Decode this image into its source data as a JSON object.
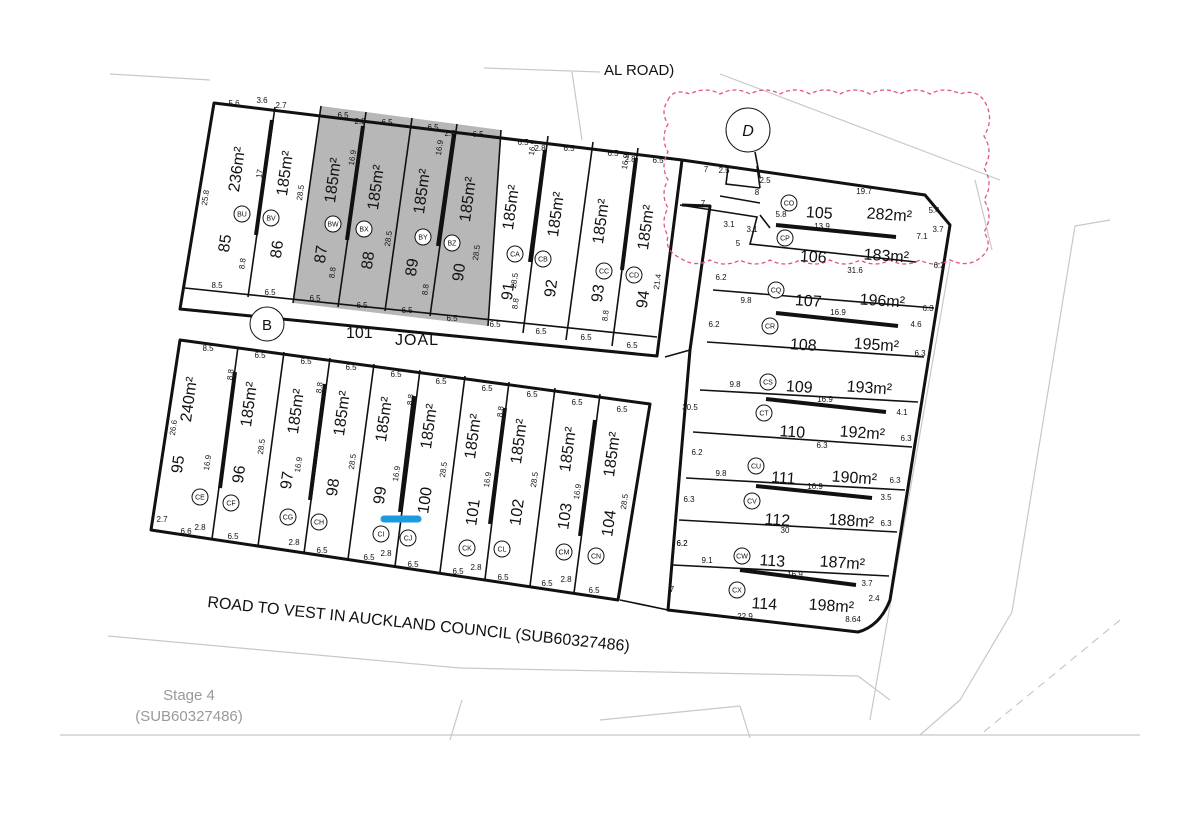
{
  "labels": {
    "top_road": "AL ROAD)",
    "joal_num": "101",
    "joal_name": "JOAL",
    "bottom_road": "ROAD TO VEST IN AUCKLAND COUNCIL (SUB60327486)",
    "stage_name": "Stage 4",
    "stage_ref": "(SUB60327486)",
    "marker_b": "B",
    "marker_d": "D"
  },
  "colors": {
    "boundary": "#111111",
    "shaded_lot": "#b7b7b7",
    "revision_cloud": "#e0557e",
    "highlight": "#1e9be0",
    "context_lines": "#c8c8c8"
  },
  "top_lots": [
    {
      "num": "85",
      "area": "236m²",
      "tag": "BU",
      "shaded": false
    },
    {
      "num": "86",
      "area": "185m²",
      "tag": "BV",
      "shaded": false
    },
    {
      "num": "87",
      "area": "185m²",
      "tag": "BW",
      "shaded": true
    },
    {
      "num": "88",
      "area": "185m²",
      "tag": "BX",
      "shaded": true
    },
    {
      "num": "89",
      "area": "185m²",
      "tag": "BY",
      "shaded": true
    },
    {
      "num": "90",
      "area": "185m²",
      "tag": "BZ",
      "shaded": true
    },
    {
      "num": "91",
      "area": "185m²",
      "tag": "CA",
      "shaded": false
    },
    {
      "num": "92",
      "area": "185m²",
      "tag": "CB",
      "shaded": false
    },
    {
      "num": "93",
      "area": "185m²",
      "tag": "CC",
      "shaded": false
    },
    {
      "num": "94",
      "area": "185m²",
      "tag": "CD",
      "shaded": false
    }
  ],
  "bottom_lots": [
    {
      "num": "95",
      "area": "240m²",
      "tag": "CE"
    },
    {
      "num": "96",
      "area": "185m²",
      "tag": "CF"
    },
    {
      "num": "97",
      "area": "185m²",
      "tag": "CG"
    },
    {
      "num": "98",
      "area": "185m²",
      "tag": "CH"
    },
    {
      "num": "99",
      "area": "185m²",
      "tag": "CI"
    },
    {
      "num": "100",
      "area": "185m²",
      "tag": "CJ"
    },
    {
      "num": "101",
      "area": "185m²",
      "tag": "CK"
    },
    {
      "num": "102",
      "area": "185m²",
      "tag": "CL"
    },
    {
      "num": "103",
      "area": "185m²",
      "tag": "CM"
    },
    {
      "num": "104",
      "area": "185m²",
      "tag": "CN"
    }
  ],
  "right_lots": [
    {
      "num": "105",
      "area": "282m²",
      "tag": "CO"
    },
    {
      "num": "106",
      "area": "183m²",
      "tag": "CP"
    },
    {
      "num": "107",
      "area": "196m²",
      "tag": "CQ"
    },
    {
      "num": "108",
      "area": "195m²",
      "tag": "CR"
    },
    {
      "num": "109",
      "area": "193m²",
      "tag": "CS"
    },
    {
      "num": "110",
      "area": "192m²",
      "tag": "CT"
    },
    {
      "num": "111",
      "area": "190m²",
      "tag": "CU"
    },
    {
      "num": "112",
      "area": "188m²",
      "tag": "CV"
    },
    {
      "num": "113",
      "area": "187m²",
      "tag": "CW"
    },
    {
      "num": "114",
      "area": "198m²",
      "tag": "CX"
    }
  ],
  "dims": {
    "top_front": [
      "5.6",
      "3.6",
      "2.7",
      "6.5",
      "2.8",
      "6.5",
      "6.5",
      "2.8",
      "6.5",
      "6.5",
      "2.8",
      "6.5",
      "6.5",
      "2.8",
      "6.5"
    ],
    "top_rear": [
      "8.5",
      "6.5",
      "6.5",
      "6.5",
      "6.5",
      "6.5",
      "6.5",
      "6.5",
      "6.5",
      "6.5"
    ],
    "top_side": [
      "25.8",
      "17",
      "28.5",
      "16.9",
      "28.5",
      "16.9",
      "28.5",
      "16.9",
      "28.5",
      "16.9",
      "21.4",
      "8.8",
      "8.8",
      "8.8",
      "8.8",
      "8.8"
    ],
    "bottom_front": [
      "8.5",
      "6.5",
      "6.5",
      "6.5",
      "6.5",
      "6.5",
      "6.5",
      "6.5",
      "6.5",
      "6.5"
    ],
    "bottom_rear": [
      "2.7",
      "6.6",
      "2.8",
      "6.5",
      "2.8",
      "6.5",
      "6.5",
      "2.8",
      "6.5",
      "6.5",
      "2.8",
      "6.5",
      "6.5",
      "2.8",
      "6.5"
    ],
    "bottom_side": [
      "26.6",
      "16.9",
      "28.5",
      "8.8",
      "16.9",
      "28.5",
      "8.8",
      "16.9",
      "28.5",
      "8.8",
      "16.9",
      "28.5",
      "8.8",
      "16.9",
      "28.5"
    ],
    "right": [
      "7",
      "2.5",
      "8",
      "2.5",
      "19.7",
      "5.4",
      "3.7",
      "7",
      "3.1",
      "3.1",
      "5",
      "5.8",
      "13.9",
      "7.1",
      "31.6",
      "6.2",
      "6.2",
      "9.8",
      "16.9",
      "4.6",
      "6.3",
      "6.2",
      "6.3",
      "9.8",
      "16.9",
      "4.1",
      "6.3",
      "30.5",
      "6.3",
      "6.2",
      "9.8",
      "16.9",
      "3.5",
      "6.3",
      "6.3",
      "30",
      "6.3",
      "6.2",
      "9.1",
      "16.9",
      "3.7",
      "2.4",
      "22.9",
      "8.64",
      "6.2",
      "7"
    ]
  }
}
